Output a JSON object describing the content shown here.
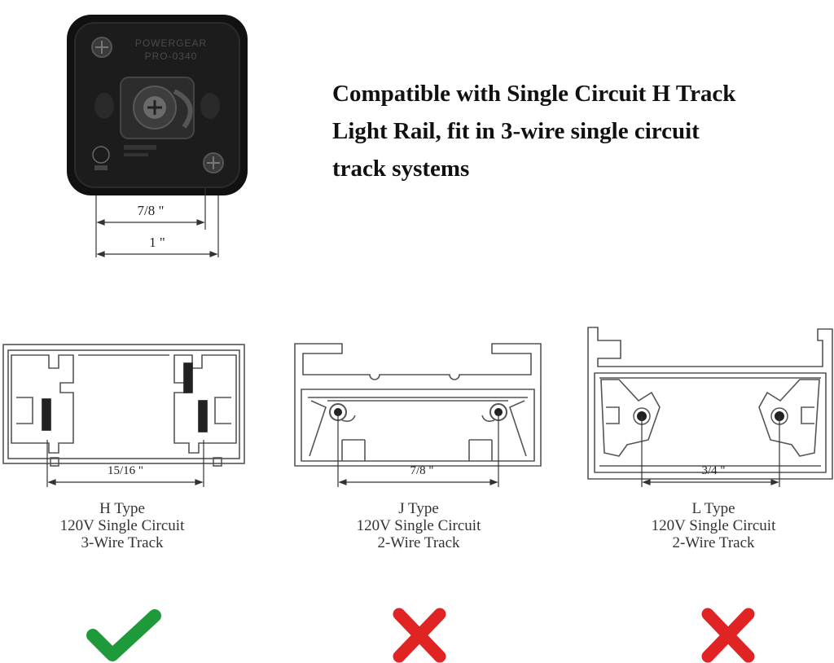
{
  "headline": {
    "line1": "Compatible with  Single Circuit H Track",
    "line2": "Light Rail,  fit in 3-wire single circuit",
    "line3": "track systems"
  },
  "connector": {
    "brand": "POWERGEAR",
    "model": "PRO-0340",
    "dim_inner": "7/8 \"",
    "dim_outer": "1 \""
  },
  "tracks": [
    {
      "type": "H Type",
      "spec": "120V Single Circuit",
      "wires": "3-Wire Track",
      "dimension": "15/16 \"",
      "compatible": true,
      "mark_color": "#1f9a3a"
    },
    {
      "type": "J Type",
      "spec": "120V Single Circuit",
      "wires": "2-Wire Track",
      "dimension": "7/8 \"",
      "compatible": false,
      "mark_color": "#e02424"
    },
    {
      "type": "L Type",
      "spec": "120V Single Circuit",
      "wires": "2-Wire Track",
      "dimension": "3/4 \"",
      "compatible": false,
      "mark_color": "#e02424"
    }
  ]
}
